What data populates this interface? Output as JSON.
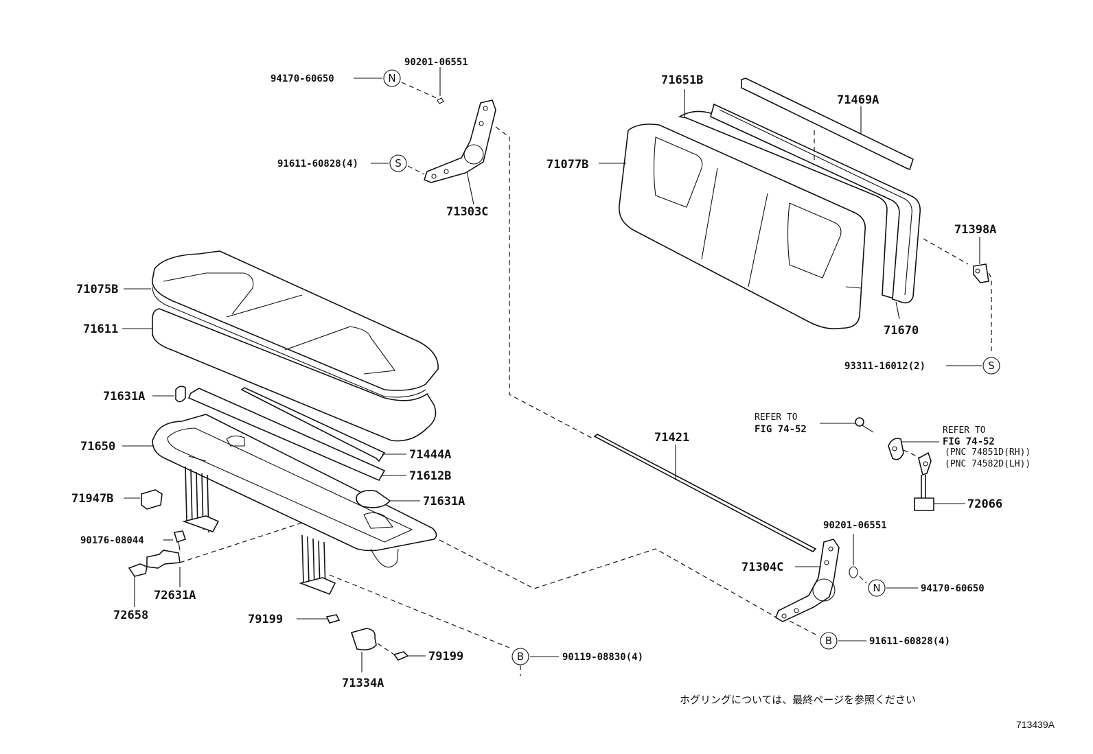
{
  "diagram": {
    "labels": {
      "p90201_top": "90201-06551",
      "p94170_top": "94170-60650",
      "p91611_top": "91611-60828(4)",
      "p71303C": "71303C",
      "p71651B": "71651B",
      "p71469A": "71469A",
      "p71077B": "71077B",
      "p71398A": "71398A",
      "p71670": "71670",
      "p93311": "93311-16012(2)",
      "p71075B": "71075B",
      "p71611": "71611",
      "p71631A_top": "71631A",
      "p71650": "71650",
      "p71444A": "71444A",
      "p71612B": "71612B",
      "p71631A_bot": "71631A",
      "p71947B": "71947B",
      "p90176": "90176-08044",
      "p72631A": "72631A",
      "p72658": "72658",
      "p79199_a": "79199",
      "p79199_b": "79199",
      "p71334A": "71334A",
      "p90119": "90119-08830(4)",
      "p71421": "71421",
      "p72066": "72066",
      "p90201_bot": "90201-06551",
      "p71304C": "71304C",
      "p94170_bot": "94170-60650",
      "p91611_bot": "91611-60828(4)"
    },
    "refer_left": {
      "line1": "REFER TO",
      "line2": "FIG 74-52"
    },
    "refer_right": {
      "line1": "REFER TO",
      "line2": "FIG 74-52",
      "line3": "(PNC 74851D(RH))",
      "line4": "(PNC 74582D(LH))"
    },
    "circle_letters": {
      "n_top": "N",
      "s_top": "S",
      "s_right": "S",
      "n_bot": "N",
      "b_bot": "B",
      "b_left": "B"
    },
    "note": "ホグリングについては、最終ページを参照ください",
    "figure_id": "713439A"
  }
}
